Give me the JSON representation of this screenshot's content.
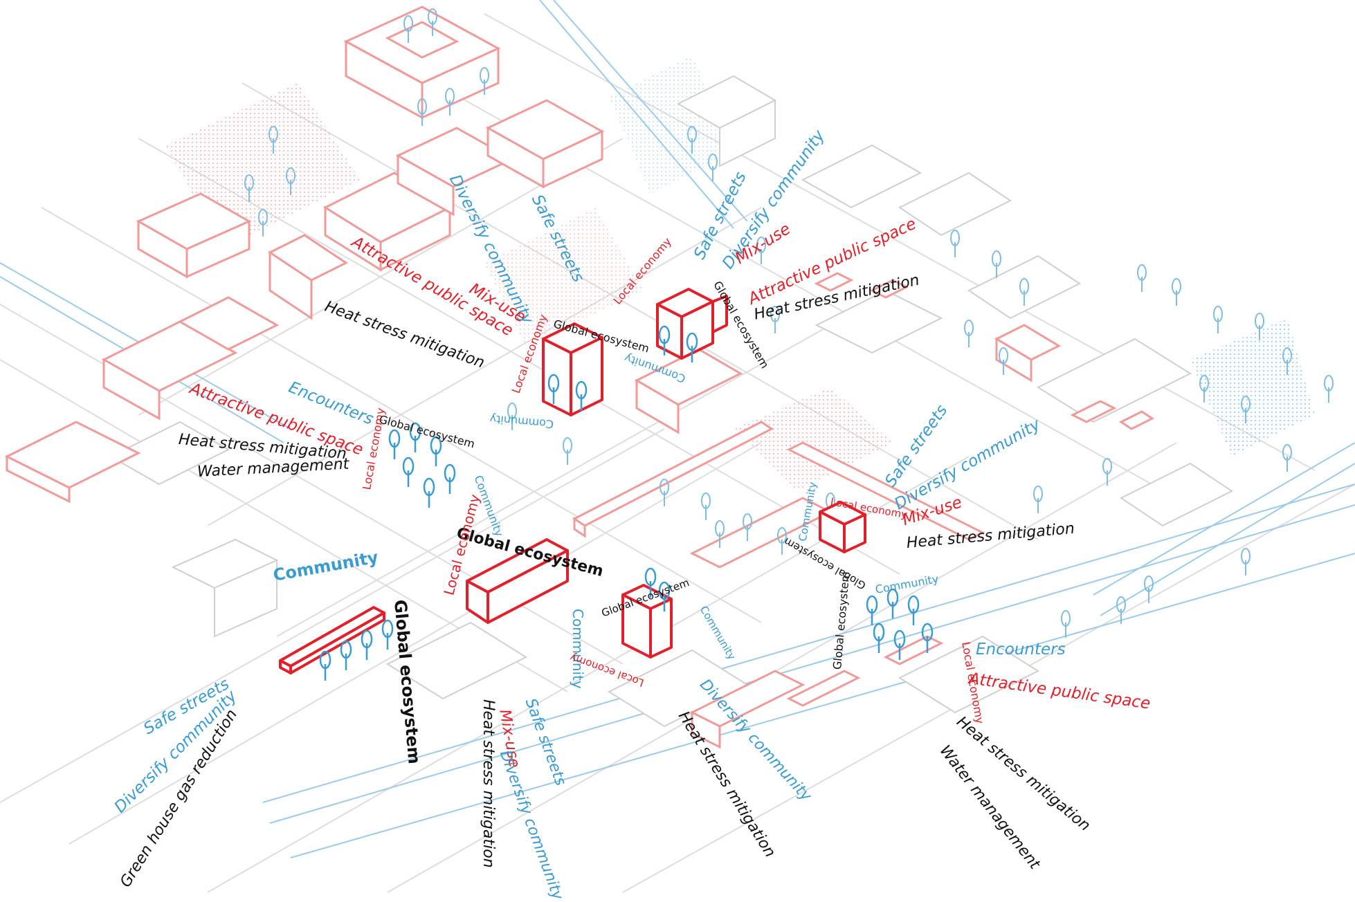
{
  "colors": {
    "red": "#e0202a",
    "blue": "#3a9bd0",
    "black": "#111111",
    "light_gray": "#cfcfcf",
    "pink": "#f4a9a9"
  },
  "clusters": [
    {
      "name": "cluster-top-center",
      "ring": [
        "Local economy",
        "Global ecosystem",
        "Community"
      ],
      "labels": [
        "Diversify community",
        "Safe streets",
        "Attractive public space",
        "Mix-use",
        "Heat stress mitigation"
      ]
    },
    {
      "name": "cluster-top-right",
      "ring": [
        "Local economy",
        "Global ecosystem",
        "Community"
      ],
      "labels": [
        "Safe streets",
        "Diversify community",
        "Mix-use",
        "Attractive public space",
        "Heat stress mitigation"
      ]
    },
    {
      "name": "cluster-left-park",
      "ring": [
        "Global ecosystem",
        "Community",
        "Local economy"
      ],
      "labels": [
        "Encounters",
        "Attractive public space",
        "Heat stress mitigation",
        "Water management"
      ]
    },
    {
      "name": "cluster-center-slab",
      "ring": [
        "Global ecosystem",
        "Local economy",
        "Community"
      ],
      "labels": [
        "Heat stress mitigation",
        "Mix-use",
        "Safe streets",
        "Diversify community"
      ]
    },
    {
      "name": "cluster-center-tower",
      "ring": [
        "Global ecosystem",
        "Community",
        "Local economy"
      ],
      "labels": [
        "Diversify community",
        "Heat stress mitigation"
      ]
    },
    {
      "name": "cluster-right-l",
      "ring": [
        "Community",
        "Local economy",
        "Global ecosystem"
      ],
      "labels": [
        "Safe streets",
        "Diversify community",
        "Mix-use",
        "Heat stress mitigation"
      ]
    },
    {
      "name": "cluster-right-park",
      "ring": [
        "Community",
        "Local economy",
        "Global ecosystem"
      ],
      "labels": [
        "Encounters",
        "Attractive public space",
        "Heat stress mitigation",
        "Water management"
      ]
    },
    {
      "name": "cluster-left-bar",
      "ring": [
        "Community",
        "Global ecosystem"
      ],
      "labels": [
        "Safe streets",
        "Diversify community",
        "Green house gas reduction"
      ]
    }
  ]
}
